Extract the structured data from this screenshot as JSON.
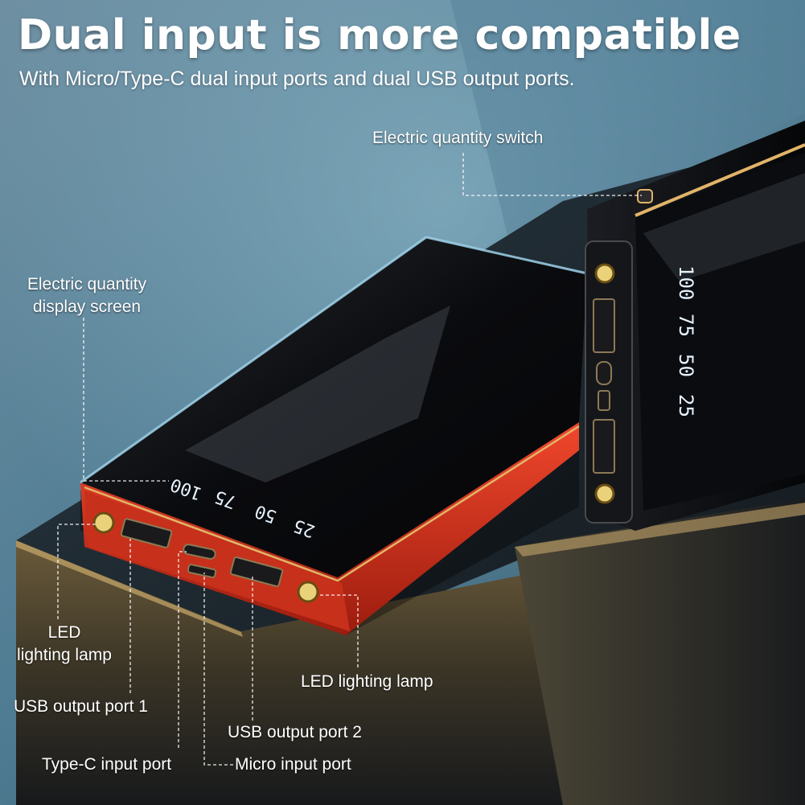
{
  "heading": {
    "title": "Dual input is more compatible",
    "subtitle": "With Micro/Type-C dual input ports and dual USB output ports."
  },
  "callouts": {
    "switch": "Electric quantity switch",
    "display_line1": "Electric quantity",
    "display_line2": "display screen",
    "led_left_line1": "LED",
    "led_left_line2": "lighting lamp",
    "led_right": "LED lighting lamp",
    "usb1": "USB output port 1",
    "usb2": "USB output port 2",
    "typec": "Type-C input port",
    "micro": "Micro input port"
  },
  "display_readings": {
    "front": [
      "100",
      "75",
      "50",
      "25"
    ],
    "side": [
      "100",
      "75",
      "50",
      "25"
    ]
  },
  "colors": {
    "background_top": "#6f93a6",
    "background_mid": "#3f6b82",
    "table_gold": "#8a7445",
    "table_dark": "#1d1f22",
    "case_red": "#d5321c",
    "case_black": "#0a0b0d",
    "trim_gold": "#e2b468",
    "led_digits": "#e6f2ff",
    "leader_line": "#ffffff"
  },
  "icons": {
    "led_lamp": "led-lamp-icon",
    "usb_port": "usb-port-icon",
    "typec_port": "typec-port-icon",
    "micro_port": "micro-usb-port-icon",
    "power_button": "power-button-icon"
  }
}
